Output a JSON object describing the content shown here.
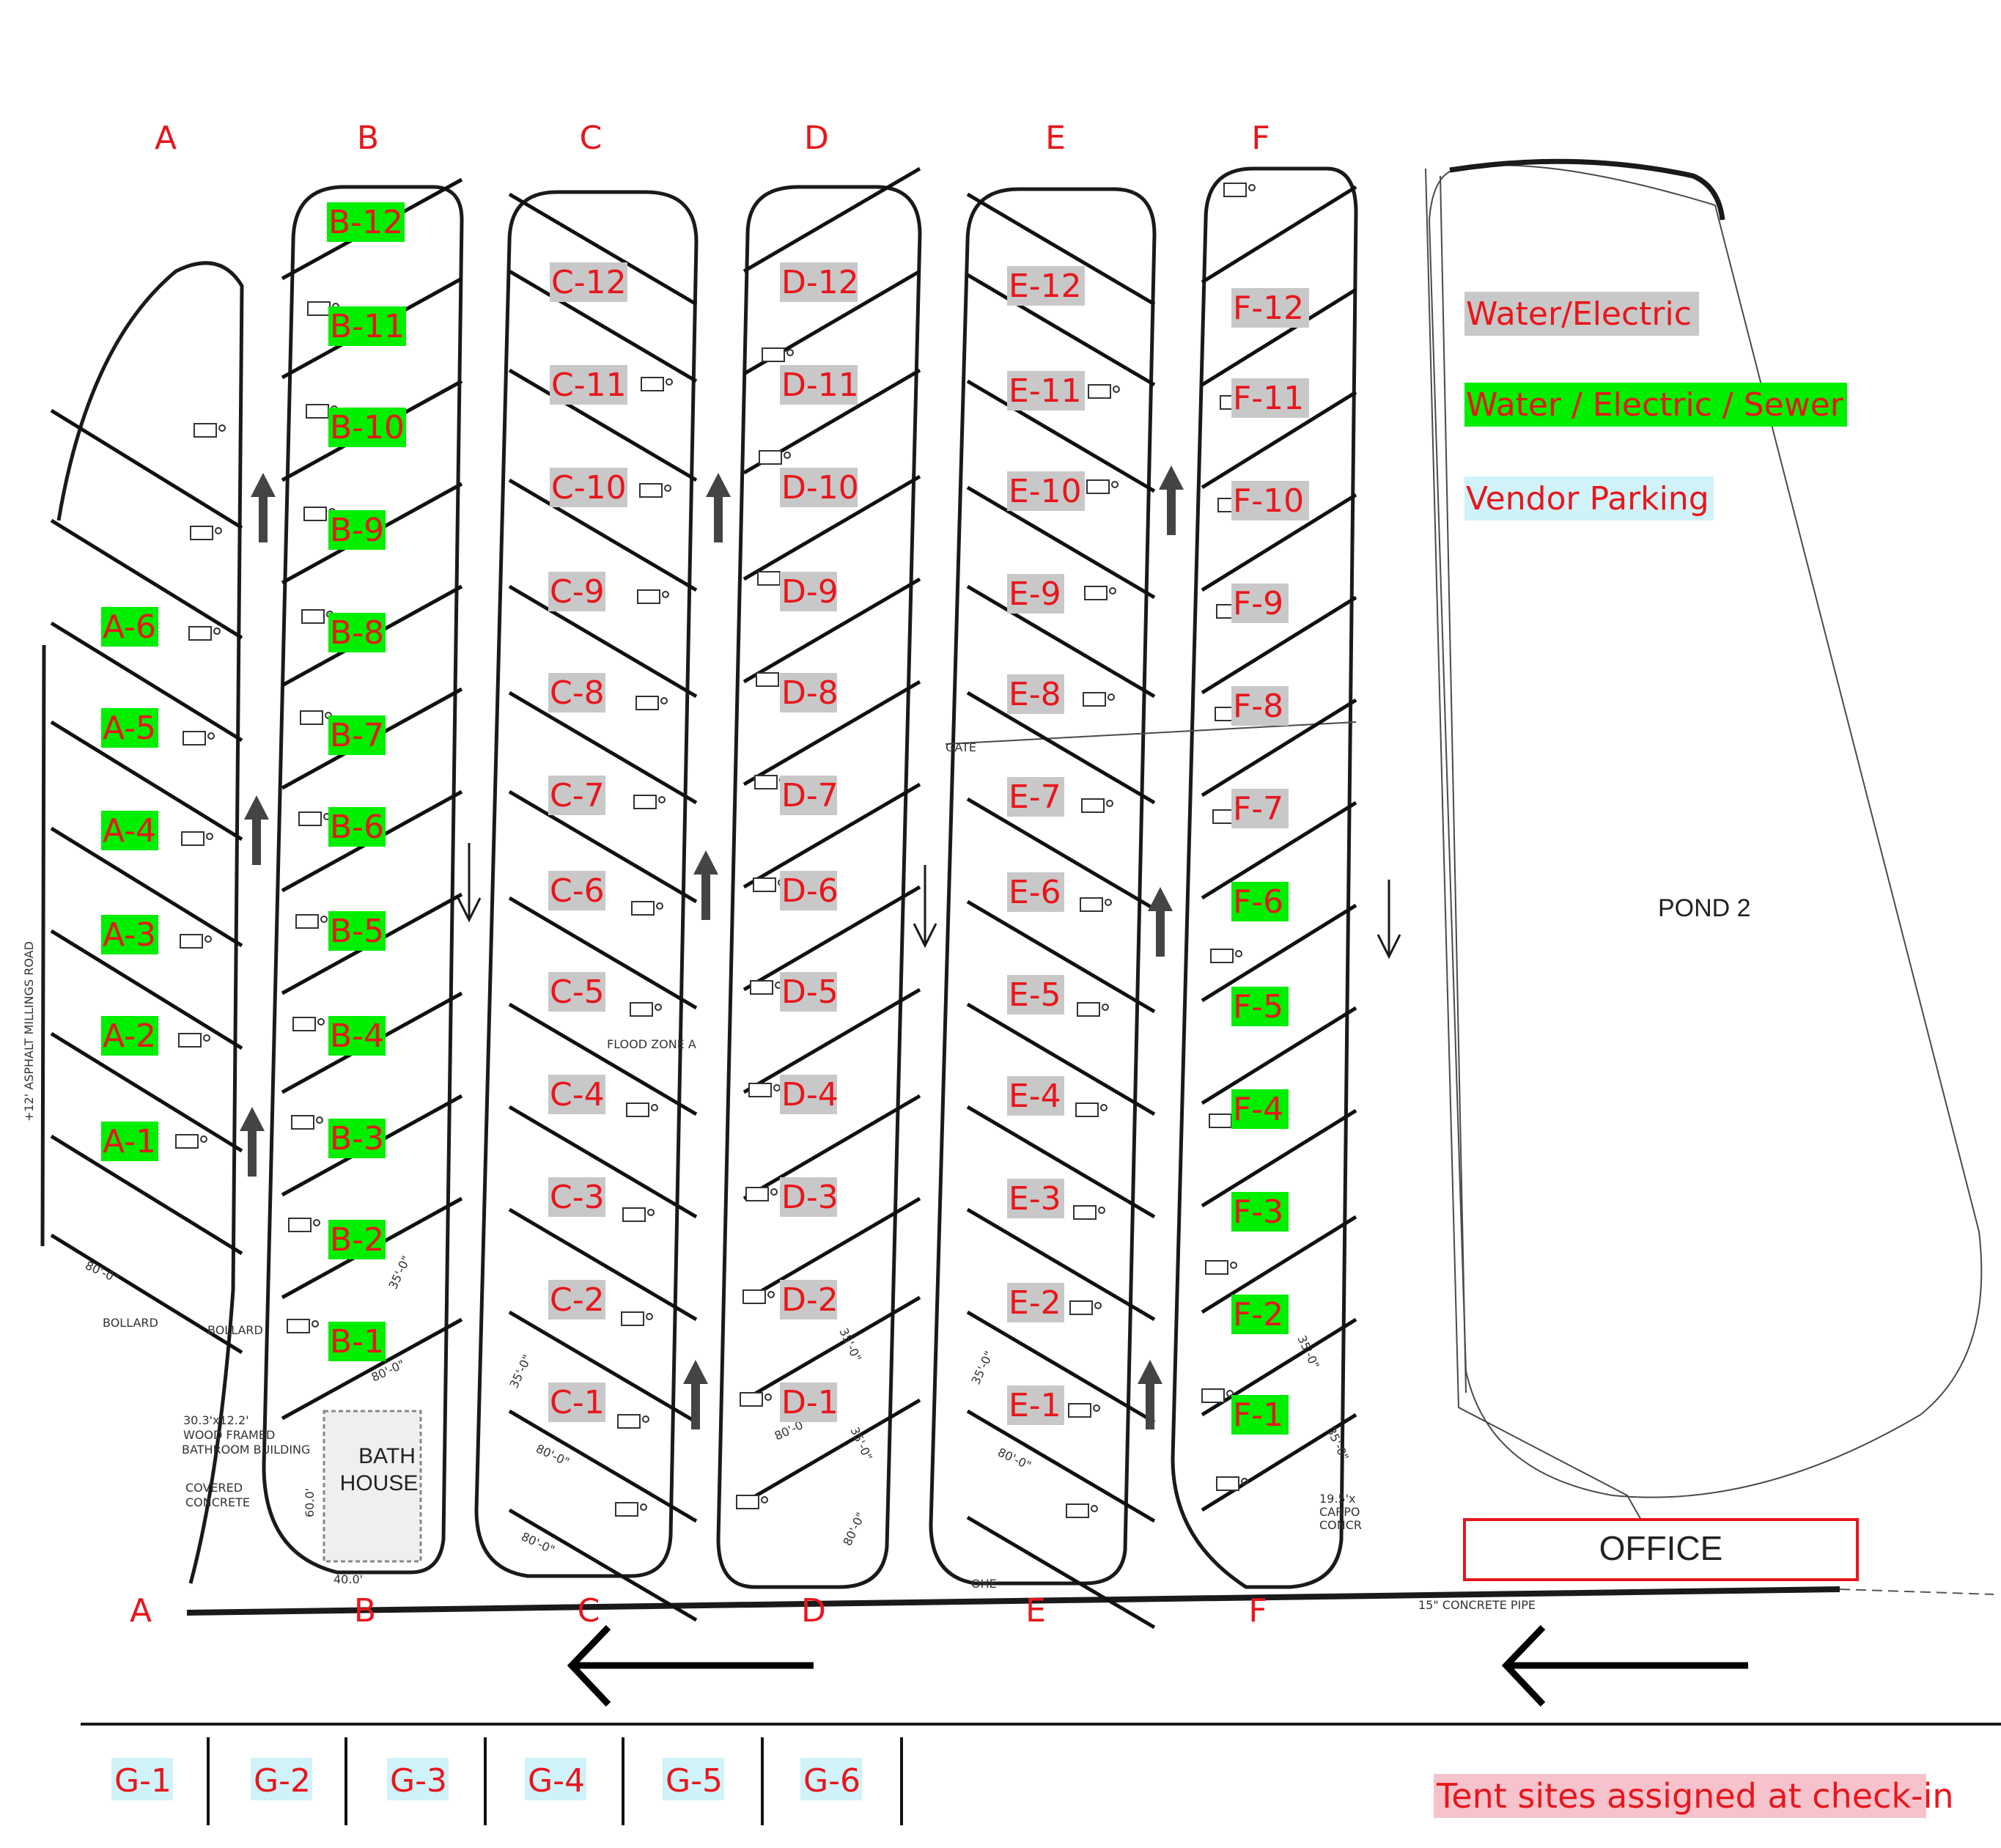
{
  "columns_top": [
    "A",
    "B",
    "C",
    "D",
    "E",
    "F"
  ],
  "columns_bottom": [
    "A",
    "B",
    "C",
    "D",
    "E",
    "F"
  ],
  "sites": {
    "A": [
      "A-1",
      "A-2",
      "A-3",
      "A-4",
      "A-5",
      "A-6"
    ],
    "B": [
      "B-1",
      "B-2",
      "B-3",
      "B-4",
      "B-5",
      "B-6",
      "B-7",
      "B-8",
      "B-9",
      "B-10",
      "B-11",
      "B-12"
    ],
    "C": [
      "C-1",
      "C-2",
      "C-3",
      "C-4",
      "C-5",
      "C-6",
      "C-7",
      "C-8",
      "C-9",
      "C-10",
      "C-11",
      "C-12"
    ],
    "D": [
      "D-1",
      "D-2",
      "D-3",
      "D-4",
      "D-5",
      "D-6",
      "D-7",
      "D-8",
      "D-9",
      "D-10",
      "D-11",
      "D-12"
    ],
    "E": [
      "E-1",
      "E-2",
      "E-3",
      "E-4",
      "E-5",
      "E-6",
      "E-7",
      "E-8",
      "E-9",
      "E-10",
      "E-11",
      "E-12"
    ],
    "F": [
      "F-1",
      "F-2",
      "F-3",
      "F-4",
      "F-5",
      "F-6",
      "F-7",
      "F-8",
      "F-9",
      "F-10",
      "F-11",
      "F-12"
    ]
  },
  "sewer_sites": [
    "A-1",
    "A-2",
    "A-3",
    "A-4",
    "A-5",
    "A-6",
    "B-1",
    "B-2",
    "B-3",
    "B-4",
    "B-5",
    "B-6",
    "B-7",
    "B-8",
    "B-9",
    "B-10",
    "B-11",
    "B-12",
    "F-1",
    "F-2",
    "F-3",
    "F-4",
    "F-5",
    "F-6"
  ],
  "legend": {
    "water_electric": "Water/Electric",
    "water_electric_sewer": "Water / Electric / Sewer",
    "vendor_parking": "Vendor Parking"
  },
  "vendor_sites": [
    "G-1",
    "G-2",
    "G-3",
    "G-4",
    "G-5",
    "G-6"
  ],
  "tent_note": "Tent sites assigned at check-in",
  "office": "OFFICE",
  "pond": "POND 2",
  "bath_house": [
    "BATH",
    "HOUSE"
  ],
  "plan_text": {
    "flood_zone": "FLOOD ZONE A",
    "bollard_left": "BOLLARD",
    "bollard_right": "BOLLARD",
    "bathroom_note": [
      "30.3'x12.2'",
      "WOOD FRAMED",
      "BATHROOM BUILDING"
    ],
    "covered_concrete": [
      "COVERED",
      "CONCRETE"
    ],
    "road": "+12' ASPHALT MILLINGS ROAD",
    "gate": "GATE",
    "carport": [
      "19.5'x",
      "CARPO",
      "CONCR"
    ],
    "pipe": "15\" CONCRETE PIPE",
    "ohe": "OHE",
    "dim_80": "80'-0\"",
    "dim_35": "35'-0\"",
    "dim_60": "60.0'",
    "dim_40": "40.0'"
  },
  "colors": {
    "label_red": "#e8161c",
    "water_electric_box": "#c8c8c8",
    "sewer_box": "#00ee00",
    "vendor_box": "#cff3f8",
    "tent_box": "#f6c3cc",
    "office_border": "#e8161c"
  }
}
